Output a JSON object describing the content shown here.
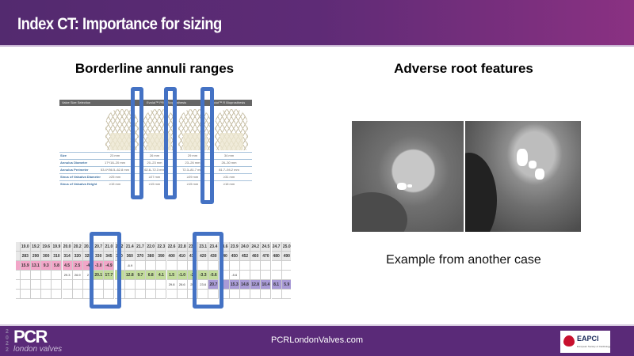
{
  "header": {
    "title": "Index CT: Importance for sizing"
  },
  "left": {
    "subtitle": "Borderline annuli ranges"
  },
  "right": {
    "subtitle": "Adverse root features",
    "caption": "Example from another case"
  },
  "valve_table": {
    "header_label": "Valve Size Selection",
    "product_1": "Evolut™ PRO Bioprosthesis",
    "product_2": "Evolut™ R Bioprosthesis",
    "rows": [
      {
        "label": "Size",
        "values": [
          "23 mm",
          "26 mm",
          "29 mm",
          "34 mm"
        ]
      },
      {
        "label": "Annulus Diameter",
        "values": [
          "17*/18–20 mm",
          "20–23 mm",
          "23–26 mm",
          "26–30 mm"
        ]
      },
      {
        "label": "Annulus Perimeter",
        "values": [
          "53.4*/56.5–62.8 mm",
          "62.8–72.3 mm",
          "72.3–81.7 mm",
          "81.7–94.2 mm"
        ]
      },
      {
        "label": "Sinus of Valsalva Diameter",
        "values": [
          "≥25 mm",
          "≥27 mm",
          "≥29 mm",
          "≥31 mm"
        ]
      },
      {
        "label": "Sinus of Valsalva Height",
        "values": [
          "≥15 mm",
          "≥15 mm",
          "≥15 mm",
          "≥16 mm"
        ]
      }
    ]
  },
  "sizing_grid": {
    "rows": [
      {
        "style": "h",
        "cells": [
          "",
          "19.0",
          "19.2",
          "19.6",
          "19.9",
          "20.0",
          "20.2",
          "20.5",
          "20.7",
          "21.0",
          "21.2",
          "21.4",
          "21.7",
          "22.0",
          "22.3",
          "22.6",
          "22.8",
          "23.0",
          "23.1",
          "23.4",
          "23.6",
          "23.9",
          "24.0",
          "24.2",
          "24.5",
          "24.7",
          "25.0"
        ]
      },
      {
        "style": "h",
        "cells": [
          "",
          "283",
          "290",
          "300",
          "310",
          "314",
          "320",
          "325",
          "330",
          "345",
          "350",
          "360",
          "370",
          "380",
          "390",
          "400",
          "410",
          "415",
          "420",
          "430",
          "440",
          "450",
          "452",
          "460",
          "470",
          "480",
          "490"
        ]
      },
      {
        "style": "pink",
        "span": [
          0,
          9
        ],
        "cells": [
          "1",
          "15.9",
          "13.1",
          "9.3",
          "5.8",
          "4.5",
          "2.5",
          "-4",
          "-3.0",
          "-4.9",
          "",
          "-6.9",
          "",
          "",
          "",
          "",
          "",
          "",
          "",
          "",
          "",
          "",
          "",
          "",
          "",
          "",
          ""
        ]
      },
      {
        "style": "green",
        "span": [
          8,
          19
        ],
        "cells": [
          "",
          "",
          "",
          "",
          "",
          "29.3",
          "26.9",
          "2",
          "20.1",
          "17.7",
          "",
          "12.8",
          "9.7",
          "6.8",
          "4.1",
          "1.5",
          "-1.0",
          "-2.",
          "-3.3",
          "-5.6",
          "",
          "-5.6",
          "",
          "",
          "",
          "",
          ""
        ]
      },
      {
        "style": "purple",
        "span": [
          19,
          26
        ],
        "cells": [
          "",
          "",
          "",
          "",
          "",
          "",
          "",
          "",
          "",
          "",
          "",
          "",
          "",
          "",
          "",
          "29.8",
          "26.6",
          "25.",
          "23.6",
          "20.7",
          "",
          "15.3",
          "14.8",
          "12.8",
          "10.4",
          "8.1",
          "5.9"
        ]
      },
      {
        "style": "none",
        "cells": [
          "",
          "",
          "",
          "",
          "",
          "",
          "",
          "",
          "",
          "",
          "",
          "",
          "",
          "",
          "",
          "",
          "",
          "",
          "",
          "",
          "",
          "",
          "",
          "",
          "",
          "",
          ""
        ]
      }
    ]
  },
  "footer": {
    "year": "2022",
    "brand": "PCR",
    "brand_sub": "london valves",
    "website": "PCRLondonValves.com",
    "partner": "EAPCI",
    "partner_sub": "European Society of Cardiology"
  },
  "colors": {
    "accent": "#5a2a78",
    "highlight": "#4472c4"
  }
}
